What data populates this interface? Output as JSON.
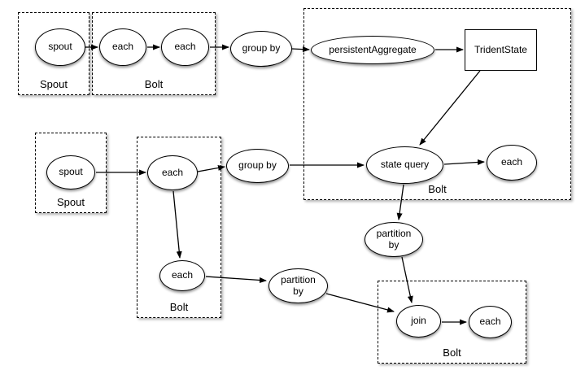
{
  "diagram": {
    "background_color": "#ffffff",
    "stroke_color": "#000000",
    "node_fill_color": "#ffffff",
    "shadow_color": "#4d4d4d",
    "groups": [
      {
        "id": "spout-box-1",
        "label": "Spout"
      },
      {
        "id": "bolt-box-1",
        "label": "Bolt"
      },
      {
        "id": "bolt-box-main",
        "label": "Bolt"
      },
      {
        "id": "spout-box-2",
        "label": "Spout"
      },
      {
        "id": "bolt-box-2",
        "label": "Bolt"
      },
      {
        "id": "bolt-box-3",
        "label": "Bolt"
      }
    ],
    "nodes": [
      {
        "id": "spout-1",
        "label": "spout",
        "shape": "ellipse"
      },
      {
        "id": "each-1",
        "label": "each",
        "shape": "ellipse"
      },
      {
        "id": "each-2",
        "label": "each",
        "shape": "ellipse"
      },
      {
        "id": "group-by-1",
        "label": "group by",
        "shape": "ellipse"
      },
      {
        "id": "persistent-aggregate",
        "label": "persistentAggregate",
        "shape": "ellipse"
      },
      {
        "id": "trident-state",
        "label": "TridentState",
        "shape": "rect"
      },
      {
        "id": "state-query",
        "label": "state query",
        "shape": "ellipse"
      },
      {
        "id": "each-3",
        "label": "each",
        "shape": "ellipse"
      },
      {
        "id": "spout-2",
        "label": "spout",
        "shape": "ellipse"
      },
      {
        "id": "each-4",
        "label": "each",
        "shape": "ellipse"
      },
      {
        "id": "group-by-2",
        "label": "group by",
        "shape": "ellipse"
      },
      {
        "id": "partition-by-1",
        "label": "partition by",
        "shape": "ellipse"
      },
      {
        "id": "each-5",
        "label": "each",
        "shape": "ellipse"
      },
      {
        "id": "partition-by-2",
        "label": "partition by",
        "shape": "ellipse"
      },
      {
        "id": "join",
        "label": "join",
        "shape": "ellipse"
      },
      {
        "id": "each-6",
        "label": "each",
        "shape": "ellipse"
      }
    ]
  }
}
